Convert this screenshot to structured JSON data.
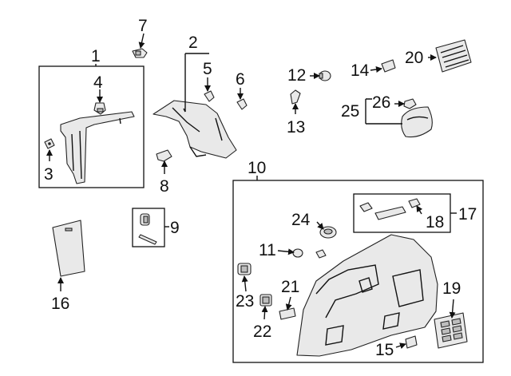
{
  "colors": {
    "ink": "#111111",
    "part_fill": "#e9e9e9",
    "part_shade": "#bdbdbd"
  },
  "callouts": {
    "c1": "1",
    "c2": "2",
    "c3": "3",
    "c4": "4",
    "c5": "5",
    "c6": "6",
    "c7": "7",
    "c8": "8",
    "c9": "9",
    "c10": "10",
    "c11": "11",
    "c12": "12",
    "c13": "13",
    "c14": "14",
    "c15": "15",
    "c16": "16",
    "c17": "17",
    "c18": "18",
    "c19": "19",
    "c20": "20",
    "c21": "21",
    "c22": "22",
    "c23": "23",
    "c24": "24",
    "c25": "25",
    "c26": "26"
  }
}
